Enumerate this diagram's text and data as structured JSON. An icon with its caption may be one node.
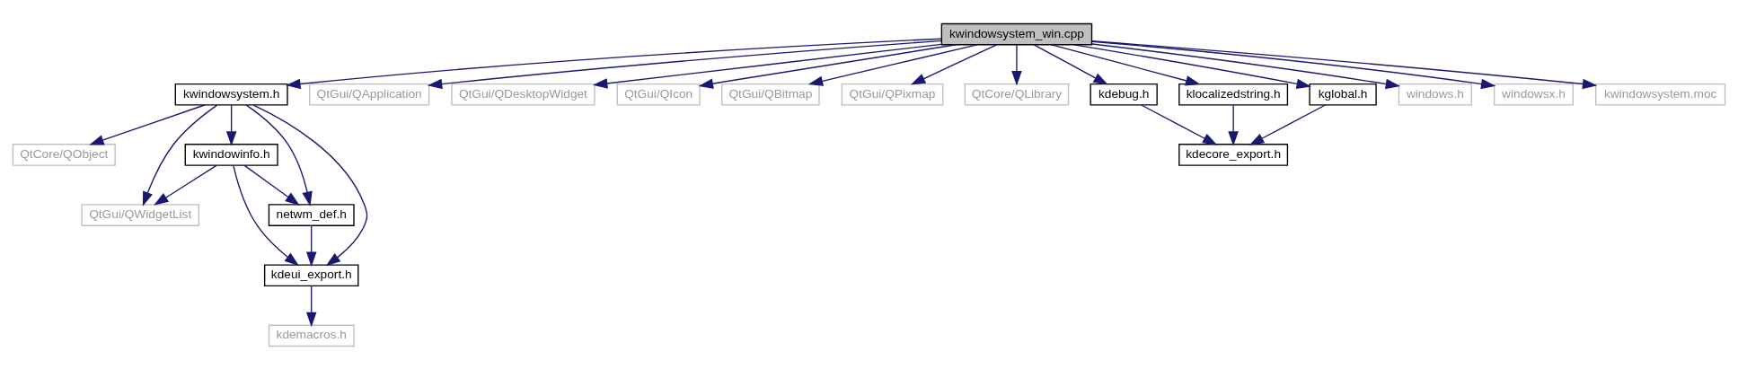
{
  "diagram": {
    "nodes": [
      {
        "text": [
          "kwindowsystem_win.cpp"
        ]
      },
      {
        "text": [
          "kwindowsystem.h"
        ]
      },
      {
        "text": [
          "QtGui/QApplication"
        ]
      },
      {
        "text": [
          "QtGui/QDesktopWidget"
        ]
      },
      {
        "text": [
          "QtGui/QIcon"
        ]
      },
      {
        "text": [
          "QtGui/QBitmap"
        ]
      },
      {
        "text": [
          "QtGui/QPixmap"
        ]
      },
      {
        "text": [
          "QtCore/QLibrary"
        ]
      },
      {
        "text": [
          "kdebug.h"
        ]
      },
      {
        "text": [
          "klocalizedstring.h"
        ]
      },
      {
        "text": [
          "kglobal.h"
        ]
      },
      {
        "text": [
          "windows.h"
        ]
      },
      {
        "text": [
          "windowsx.h"
        ]
      },
      {
        "text": [
          "kwindowsystem.moc"
        ]
      },
      {
        "text": [
          "QtCore/QObject"
        ]
      },
      {
        "text": [
          "kwindowinfo.h"
        ]
      },
      {
        "text": [
          "QtGui/QWidgetList"
        ]
      },
      {
        "text": [
          "netwm_def.h"
        ]
      },
      {
        "text": [
          "kdeui_export.h"
        ]
      },
      {
        "text": [
          "kdemacros.h"
        ]
      },
      {
        "text": [
          "kdecore_export.h"
        ]
      }
    ],
    "edges": [
      {
        "from": 0,
        "to": 1,
        "arrow": "to"
      },
      {
        "from": 0,
        "to": 2,
        "arrow": "to"
      },
      {
        "from": 0,
        "to": 3,
        "arrow": "to"
      },
      {
        "from": 0,
        "to": 4,
        "arrow": "to"
      },
      {
        "from": 0,
        "to": 5,
        "arrow": "to"
      },
      {
        "from": 0,
        "to": 6,
        "arrow": "to"
      },
      {
        "from": 0,
        "to": 7,
        "arrow": "to"
      },
      {
        "from": 0,
        "to": 8,
        "arrow": "to"
      },
      {
        "from": 0,
        "to": 9,
        "arrow": "to"
      },
      {
        "from": 0,
        "to": 10,
        "arrow": "to"
      },
      {
        "from": 0,
        "to": 11,
        "arrow": "to"
      },
      {
        "from": 0,
        "to": 12,
        "arrow": "to"
      },
      {
        "from": 0,
        "to": 13,
        "arrow": "to"
      },
      {
        "from": 1,
        "to": 14,
        "arrow": "to"
      },
      {
        "from": 1,
        "to": 16,
        "arrow": "to"
      },
      {
        "from": 1,
        "to": 15,
        "arrow": "to"
      },
      {
        "from": 1,
        "to": 17,
        "arrow": "to"
      },
      {
        "from": 1,
        "to": 18,
        "arrow": "to"
      },
      {
        "from": 15,
        "to": 16,
        "arrow": "to"
      },
      {
        "from": 15,
        "to": 17,
        "arrow": "to"
      },
      {
        "from": 15,
        "to": 18,
        "arrow": "to"
      },
      {
        "from": 17,
        "to": 18,
        "arrow": "to"
      },
      {
        "from": 18,
        "to": 19,
        "arrow": "to"
      },
      {
        "from": 8,
        "to": 20,
        "arrow": "to"
      },
      {
        "from": 9,
        "to": 20,
        "arrow": "to"
      },
      {
        "from": 10,
        "to": 20,
        "arrow": "to"
      }
    ]
  }
}
